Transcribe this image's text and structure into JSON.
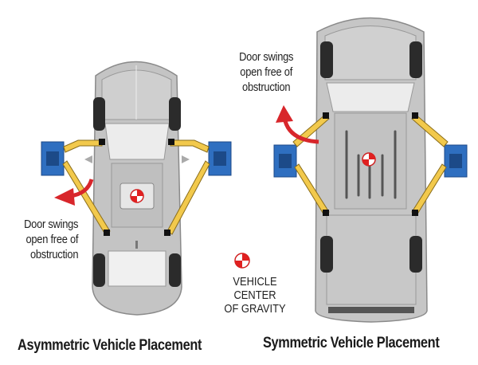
{
  "diagram": {
    "left_panel": {
      "caption": "Asymmetric Vehicle Placement",
      "vehicle": "sedan",
      "door_note": [
        "Door swings",
        "open free of",
        "obstruction"
      ]
    },
    "right_panel": {
      "caption": "Symmetric Vehicle Placement",
      "vehicle": "pickup-truck",
      "door_note": [
        "Door swings",
        "open free of",
        "obstruction"
      ]
    },
    "legend": {
      "symbol": "center-of-gravity-icon",
      "label": [
        "VEHICLE",
        "CENTER",
        "OF GRAVITY"
      ]
    },
    "colors": {
      "lift_arm": "#f2c94c",
      "lift_post": "#2f6fc0",
      "arrow": "#d8262b",
      "cog_red": "#e02020",
      "body": "#bdbdbd",
      "tire": "#2b2b2b"
    }
  }
}
